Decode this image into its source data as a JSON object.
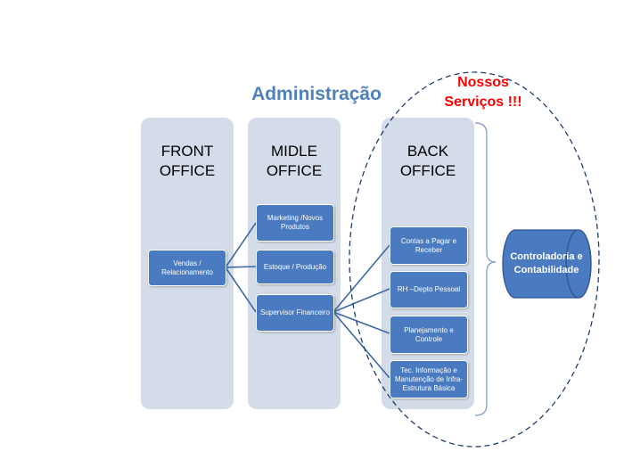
{
  "title": "Administração",
  "callout": "Nossos Serviços !!!",
  "columns": [
    {
      "heading_line1": "FRONT",
      "heading_line2": "OFFICE"
    },
    {
      "heading_line1": "MIDLE",
      "heading_line2": "OFFICE"
    },
    {
      "heading_line1": "BACK",
      "heading_line2": "OFFICE"
    }
  ],
  "front_items": [
    "Vendas / Relacionamento"
  ],
  "middle_items": [
    "Marketing /Novos Produtos",
    "Estoque / Produção",
    "Supervisor Financeiro"
  ],
  "back_items": [
    "Contas a Pagar e Receber",
    "RH –Depto Pessoal",
    "Planejamento e Controle",
    "Tec. Informação e Manutenção de Infra-Estrutura Básica"
  ],
  "cylinder_label": "Controladoria e Contabilidade",
  "colors": {
    "title": "#4f81bd",
    "callout": "#ff0000",
    "column_bg": "#d5dce9",
    "box_fill": "#4a7abf",
    "connector": "#3c6aa8",
    "cylinder_fill": "#4a7abf",
    "cylinder_stroke": "#2f5592",
    "dashed_ellipse": "#1f3f6e"
  }
}
